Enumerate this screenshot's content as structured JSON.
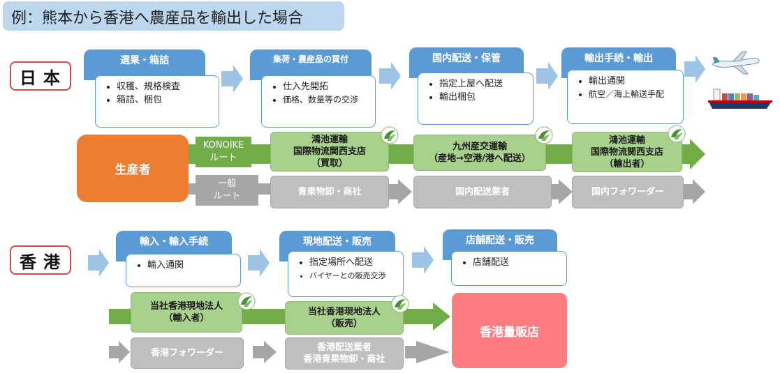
{
  "title": "例：熊本から香港へ農産品を輸出した場合",
  "japan": {
    "label": "日本",
    "steps": [
      {
        "header": "選果・箱詰",
        "items": [
          "収穫、規格検査",
          "箱詰、梱包"
        ]
      },
      {
        "header": "集荷・農産品の買付",
        "items": [
          "仕入先開拓",
          "価格、数量等の交渉"
        ]
      },
      {
        "header": "国内配送・保管",
        "items": [
          "指定上屋へ配送",
          "輸出梱包"
        ]
      },
      {
        "header": "輸出手続・輸出",
        "items": [
          "輸出通関",
          "航空／海上輸送手配"
        ]
      }
    ],
    "producer": "生産者",
    "route_konoike": "KONOIKE\nルート",
    "route_general": "一般\nルート",
    "konoike_boxes": [
      "鴻池運輸\n国際物流関西支店\n（買取）",
      "九州産交運輸\n（産地→空港/港へ配送）",
      "鴻池運輸\n国際物流関西支店\n（輸出者）"
    ],
    "general_boxes": [
      "青果物卸・商社",
      "国内配送業者",
      "国内フォワーダー"
    ]
  },
  "hongkong": {
    "label": "香港",
    "steps": [
      {
        "header": "輸入・輸入手続",
        "items": [
          "輸入通関"
        ]
      },
      {
        "header": "現地配送・販売",
        "items": [
          "指定場所へ配送",
          "バイヤーとの販売交渉"
        ]
      },
      {
        "header": "店舗配送・販売",
        "items": [
          "店舗配送"
        ]
      }
    ],
    "green_boxes": [
      "当社香港現地法人\n（輸入者）",
      "当社香港現地法人\n（販売）"
    ],
    "gray_boxes": [
      "香港フォワーダー",
      "香港配送業者\n香港青果物卸・商社"
    ],
    "retailer": "香港量販店"
  },
  "icons": {
    "logo": "leaf-logo-icon",
    "plane": "airplane-icon",
    "ship": "cargo-ship-icon"
  },
  "colors": {
    "step_header": "#5b9bd5",
    "flow_arrow": "#9dc3e6",
    "green": "#70ad47",
    "gray": "#a6a6a6",
    "producer": "#ed7d31",
    "retailer": "#ff7c80"
  }
}
